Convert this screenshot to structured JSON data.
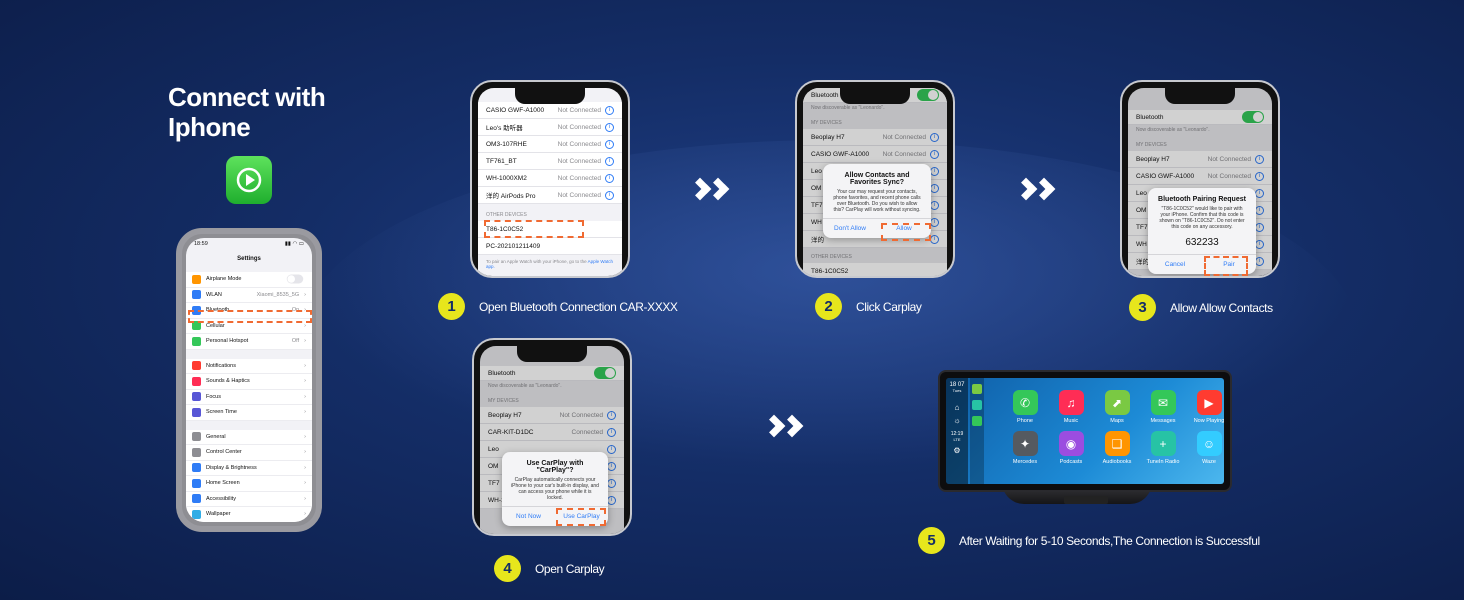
{
  "headline": "Connect with Iphone",
  "colors": {
    "background": "#142d66",
    "accent_yellow": "#e7e61c",
    "highlight_dash": "#f06a32",
    "ios_blue": "#2f7cf6",
    "ios_green": "#34c759"
  },
  "settings_phone": {
    "time": "18:59",
    "title": "Settings",
    "rows": [
      {
        "label": "Airplane Mode",
        "value": "",
        "color": "#ff9500"
      },
      {
        "label": "WLAN",
        "value": "Xiaomi_8535_5G",
        "color": "#2f7cf6"
      },
      {
        "label": "Bluetooth",
        "value": "On",
        "color": "#2f7cf6"
      },
      {
        "label": "Cellular",
        "value": "",
        "color": "#34c759"
      },
      {
        "label": "Personal Hotspot",
        "value": "Off",
        "color": "#34c759"
      }
    ],
    "rows2": [
      {
        "label": "Notifications",
        "color": "#ff3b30"
      },
      {
        "label": "Sounds & Haptics",
        "color": "#ff2d55"
      },
      {
        "label": "Focus",
        "color": "#5856d6"
      },
      {
        "label": "Screen Time",
        "color": "#5856d6"
      }
    ],
    "rows3": [
      {
        "label": "General",
        "color": "#8e8e93"
      },
      {
        "label": "Control Center",
        "color": "#8e8e93"
      },
      {
        "label": "Display & Brightness",
        "color": "#2f7cf6"
      },
      {
        "label": "Home Screen",
        "color": "#2f7cf6"
      },
      {
        "label": "Accessibility",
        "color": "#2f7cf6"
      },
      {
        "label": "Wallpaper",
        "color": "#32ade6"
      }
    ]
  },
  "phone1": {
    "devices": [
      {
        "name": "CASIO GWF-A1000",
        "status": "Not Connected"
      },
      {
        "name": "Leo's 助听器",
        "status": "Not Connected"
      },
      {
        "name": "OM3-107RHE",
        "status": "Not Connected"
      },
      {
        "name": "TF761_BT",
        "status": "Not Connected"
      },
      {
        "name": "WH-1000XM2",
        "status": "Not Connected"
      },
      {
        "name": "洋的 AirPods Pro",
        "status": "Not Connected"
      }
    ],
    "other_label": "OTHER DEVICES",
    "other": [
      "T86-1C0C52",
      "PC-202101211409"
    ],
    "footer": "To pair an Apple Watch with your iPhone, go to the",
    "footer_link": "Apple Watch app."
  },
  "phone2": {
    "bt_label": "Bluetooth",
    "discoverable": "Now discoverable as \"Leonardo\".",
    "my_devices": "MY DEVICES",
    "devices": [
      {
        "name": "Beoplay H7",
        "status": "Not Connected"
      },
      {
        "name": "CASIO GWF-A1000",
        "status": "Not Connected"
      },
      {
        "name": "Leo",
        "status": ""
      },
      {
        "name": "OM",
        "status": ""
      },
      {
        "name": "TF7",
        "status": ""
      },
      {
        "name": "WH",
        "status": ""
      },
      {
        "name": "洋的",
        "status": ""
      }
    ],
    "other_label": "OTHER DEVICES",
    "other": "T86-1C0C52",
    "dialog_title": "Allow Contacts and Favorites Sync?",
    "dialog_body": "Your car may request your contacts, phone favorites, and recent phone calls over Bluetooth. Do you wish to allow this? CarPlay will work without syncing.",
    "btn_left": "Don't Allow",
    "btn_right": "Allow"
  },
  "phone3": {
    "bt_label": "Bluetooth",
    "discoverable": "Now discoverable as \"Leonardo\".",
    "my_devices": "MY DEVICES",
    "devices": [
      {
        "name": "Beoplay H7",
        "status": "Not Connected"
      },
      {
        "name": "CASIO GWF-A1000",
        "status": "Not Connected"
      },
      {
        "name": "Leo",
        "status": ""
      },
      {
        "name": "OM",
        "status": ""
      },
      {
        "name": "TF7",
        "status": ""
      },
      {
        "name": "WH",
        "status": ""
      },
      {
        "name": "洋的",
        "status": ""
      }
    ],
    "dialog_title": "Bluetooth Pairing Request",
    "dialog_body": "\"T86-1C0C52\" would like to pair with your iPhone. Confirm that this code is shown on \"T86-1C0C52\". Do not enter this code on any accessory.",
    "code": "632233",
    "btn_left": "Cancel",
    "btn_right": "Pair"
  },
  "phone4": {
    "bt_label": "Bluetooth",
    "discoverable": "Now discoverable as \"Leonardo\".",
    "my_devices": "MY DEVICES",
    "devices": [
      {
        "name": "Beoplay H7",
        "status": "Not Connected"
      },
      {
        "name": "CAR-KIT-D1DC",
        "status": "Connected"
      },
      {
        "name": "Leo",
        "status": ""
      },
      {
        "name": "OM",
        "status": ""
      },
      {
        "name": "TF7",
        "status": ""
      },
      {
        "name": "WH-1000XM2",
        "status": ""
      }
    ],
    "dialog_title": "Use CarPlay with \"CarPlay\"?",
    "dialog_body": "CarPlay automatically connects your iPhone to your car's built-in display, and can access your phone while it is locked.",
    "btn_left": "Not Now",
    "btn_right": "Use CarPlay"
  },
  "steps": [
    {
      "num": "1",
      "text": "Open Bluetooth Connection CAR-XXXX"
    },
    {
      "num": "2",
      "text": "Click Carplay"
    },
    {
      "num": "3",
      "text": "Allow Allow Contacts"
    },
    {
      "num": "4",
      "text": "Open Carplay"
    },
    {
      "num": "5",
      "text": "After Waiting for 5-10 Seconds,The Connection is Successful"
    }
  ],
  "car_unit": {
    "time": "18 07",
    "day": "Tues",
    "time2": "12:19",
    "net": "LTE",
    "apps": [
      {
        "name": "Phone",
        "color": "#34c759",
        "glyph": "✆"
      },
      {
        "name": "Music",
        "color": "#ff2d55",
        "glyph": "♫"
      },
      {
        "name": "Maps",
        "color": "#7ac943",
        "glyph": "⬈"
      },
      {
        "name": "Messages",
        "color": "#34c759",
        "glyph": "✉"
      },
      {
        "name": "Now Playing",
        "color": "#ff3b30",
        "glyph": "▶"
      },
      {
        "name": "Mercedes",
        "color": "#555a60",
        "glyph": "✦"
      },
      {
        "name": "Podcasts",
        "color": "#9b4de0",
        "glyph": "◉"
      },
      {
        "name": "Audiobooks",
        "color": "#ff9500",
        "glyph": "❑"
      },
      {
        "name": "TuneIn Radio",
        "color": "#27c3a5",
        "glyph": "+"
      },
      {
        "name": "Waze",
        "color": "#33ccff",
        "glyph": "☺"
      }
    ]
  }
}
